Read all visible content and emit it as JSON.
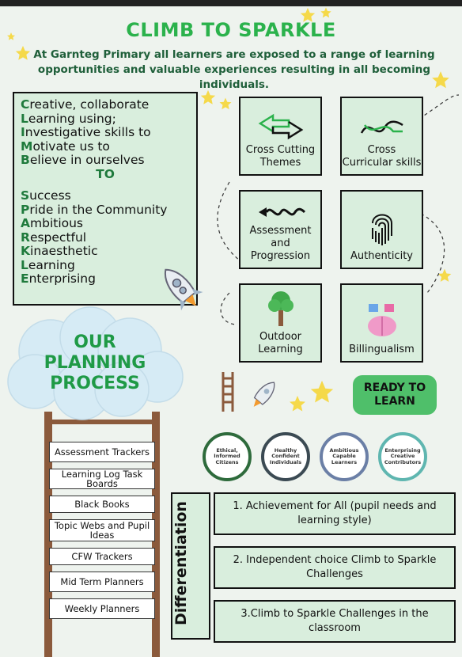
{
  "header": {
    "title": "CLIMB TO SPARKLE",
    "intro": "At Garnteg Primary all learners are exposed to a range of learning opportunities and valuable experiences resulting in all becoming individuals."
  },
  "acrostic": {
    "top_lines": [
      {
        "first": "C",
        "rest": "reative, collaborate"
      },
      {
        "first": "L",
        "rest": "earning using;"
      },
      {
        "first": "I",
        "rest": "nvestigative skills to"
      },
      {
        "first": "M",
        "rest": "otivate us to"
      },
      {
        "first": "B",
        "rest": "elieve in ourselves"
      }
    ],
    "to": "TO",
    "bottom_lines": [
      {
        "first": "S",
        "rest": "uccess"
      },
      {
        "first": "P",
        "rest": "ride in the Community"
      },
      {
        "first": "A",
        "rest": "mbitious"
      },
      {
        "first": "R",
        "rest": "espectful"
      },
      {
        "first": "K",
        "rest": "inaesthetic"
      },
      {
        "first": "L",
        "rest": "earning"
      },
      {
        "first": "E",
        "rest": "nterprising"
      }
    ]
  },
  "tiles": {
    "cross_cutting": "Cross Cutting Themes",
    "cross_curricular": "Cross Curricular skills",
    "assessment": "Assessment and Progression",
    "authenticity": "Authenticity",
    "outdoor": "Outdoor Learning",
    "bilingualism": "Billingualism"
  },
  "cloud": {
    "text": "OUR PLANNING PROCESS"
  },
  "ladder": {
    "rungs": [
      "Assessment Trackers",
      "Learning Log Task Boards",
      "Black Books",
      "Topic Webs and Pupil Ideas",
      "CFW Trackers",
      "Mid Term Planners",
      "Weekly Planners"
    ]
  },
  "ready": "READY TO LEARN",
  "purposes": [
    "Ethical, Informed Citizens",
    "Healthy Confident Individuals",
    "Ambitious Capable Learners",
    "Enterprising Creative Contributors"
  ],
  "differentiation": {
    "label": "Differentiation",
    "items": [
      "1. Achievement for All (pupil needs and learning style)",
      "2. Independent choice Climb to Sparkle Challenges",
      "3.Climb to Sparkle Challenges in the classroom"
    ]
  },
  "colors": {
    "title_green": "#2bb24c",
    "tile_fill": "#d9eedd",
    "ready_green": "#4fbf6a",
    "ladder_brown": "#8b5a3c"
  },
  "icons": [
    "double-arrow-icon",
    "squiggle-arrows-icon",
    "wavy-arrow-icon",
    "fingerprint-icon",
    "tree-icon",
    "brain-icon",
    "rocket-icon",
    "star-icon",
    "ladder-icon",
    "cloud-icon"
  ]
}
